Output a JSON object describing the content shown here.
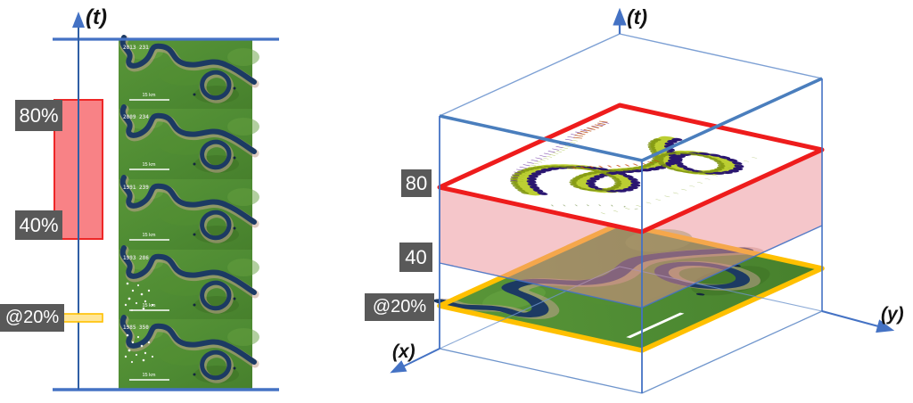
{
  "colors": {
    "axis_blue": "#4472C4",
    "cube_blue": "#4A7EBD",
    "red": "#EE1C1C",
    "pink_fill": "#EC8D96",
    "orange": "#FFC000",
    "yellow_fill": "#FFE699",
    "label_gray": "#595959",
    "field_green": "#4E8B33",
    "river_navy": "#1C3A63"
  },
  "left_panel": {
    "axis_label_t": "(t)",
    "percent_80": "80%",
    "percent_40": "40%",
    "percent_20": "@20%",
    "frames": [
      {
        "label": "2013 231",
        "scale_text": "15 km"
      },
      {
        "label": "2009 234",
        "scale_text": "15 km"
      },
      {
        "label": "1991 239",
        "scale_text": "15 km"
      },
      {
        "label": "1993 286",
        "scale_text": "15 km"
      },
      {
        "label": "1985 350",
        "scale_text": "15 km"
      }
    ]
  },
  "right_panel": {
    "axis_label_t": "(t)",
    "axis_label_x": "(x)",
    "axis_label_y": "(y)",
    "level_80": "80",
    "level_40": "40",
    "level_20": "@20%"
  }
}
